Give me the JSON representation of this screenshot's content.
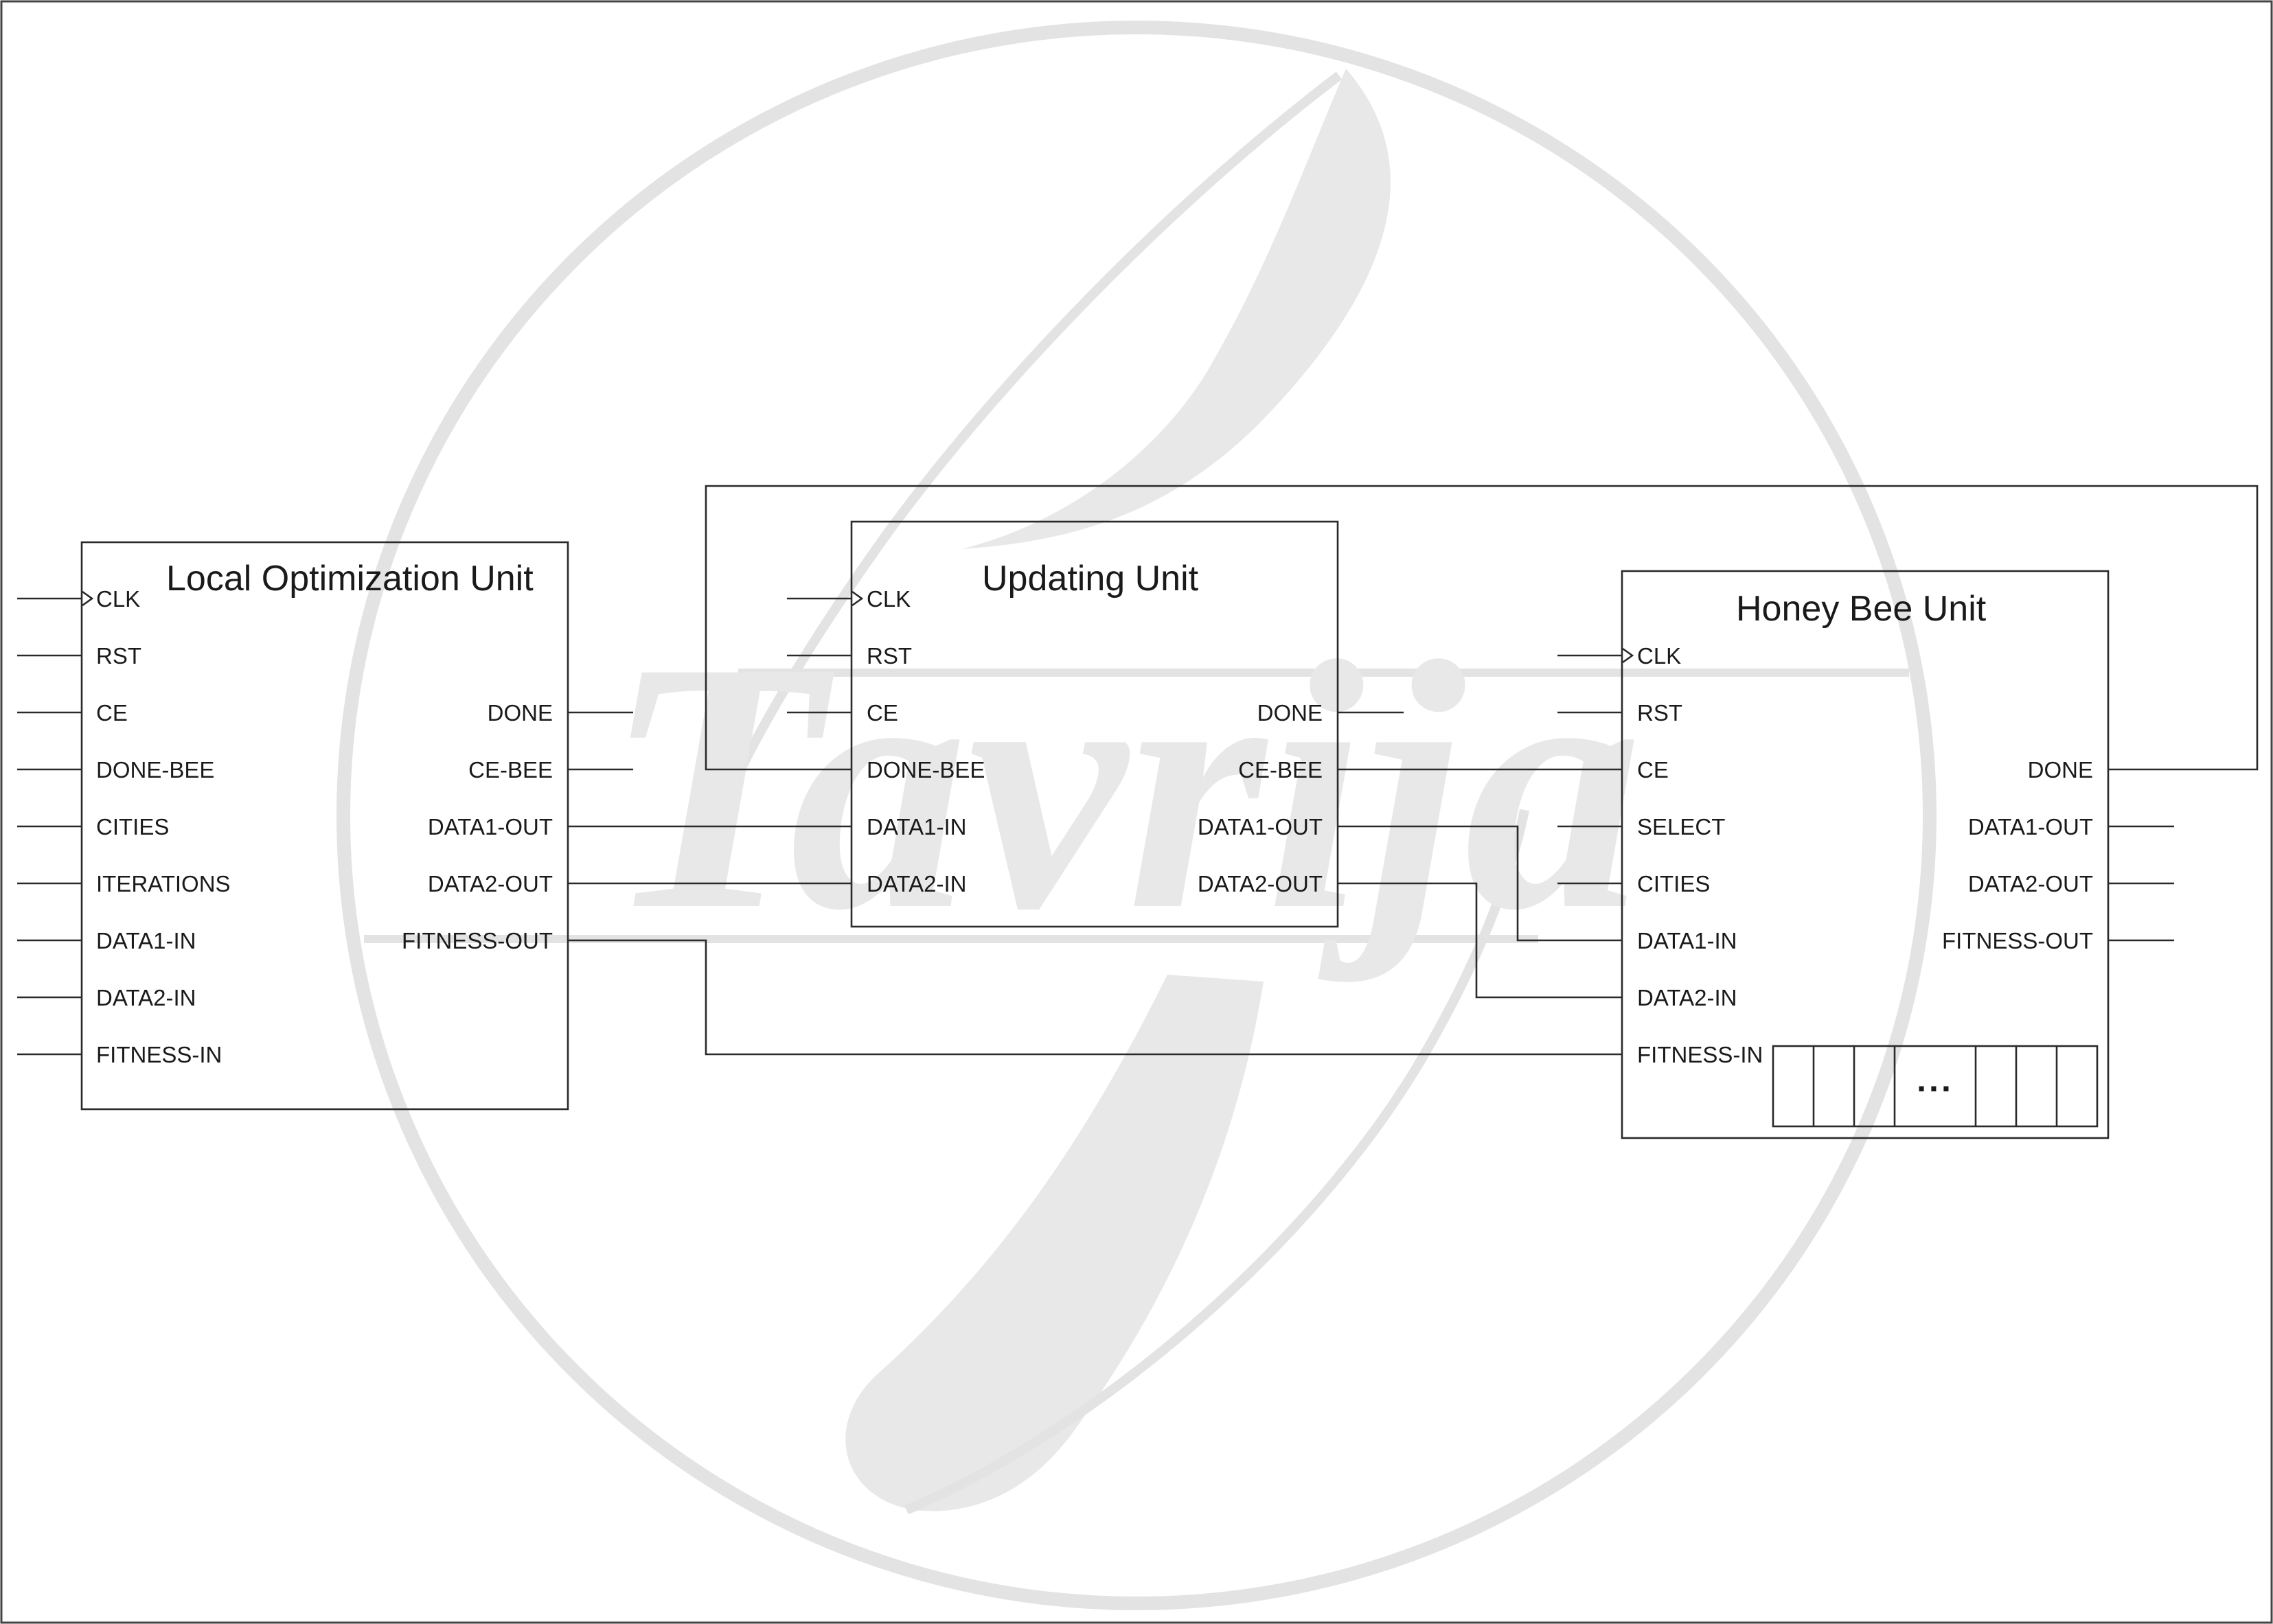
{
  "watermark": {
    "logo": "wavy-script-logo",
    "lettering": "Tavrija"
  },
  "blocks": {
    "local_optimization": {
      "title": "Local Optimization Unit",
      "inputs": [
        "CLK",
        "RST",
        "CE",
        "DONE-BEE",
        "CITIES",
        "ITERATIONS",
        "DATA1-IN",
        "DATA2-IN",
        "FITNESS-IN"
      ],
      "outputs": [
        "DONE",
        "CE-BEE",
        "DATA1-OUT",
        "DATA2-OUT",
        "FITNESS-OUT"
      ]
    },
    "updating": {
      "title": "Updating Unit",
      "inputs": [
        "CLK",
        "RST",
        "CE",
        "DONE-BEE",
        "DATA1-IN",
        "DATA2-IN"
      ],
      "outputs": [
        "DONE",
        "CE-BEE",
        "DATA1-OUT",
        "DATA2-OUT"
      ]
    },
    "honey_bee": {
      "title": "Honey Bee Unit",
      "inputs": [
        "CLK",
        "RST",
        "CE",
        "SELECT",
        "CITIES",
        "DATA1-IN",
        "DATA2-IN",
        "FITNESS-IN"
      ],
      "outputs": [
        "DONE",
        "DATA1-OUT",
        "DATA2-OUT",
        "FITNESS-OUT"
      ],
      "register_ellipsis": "..."
    }
  }
}
